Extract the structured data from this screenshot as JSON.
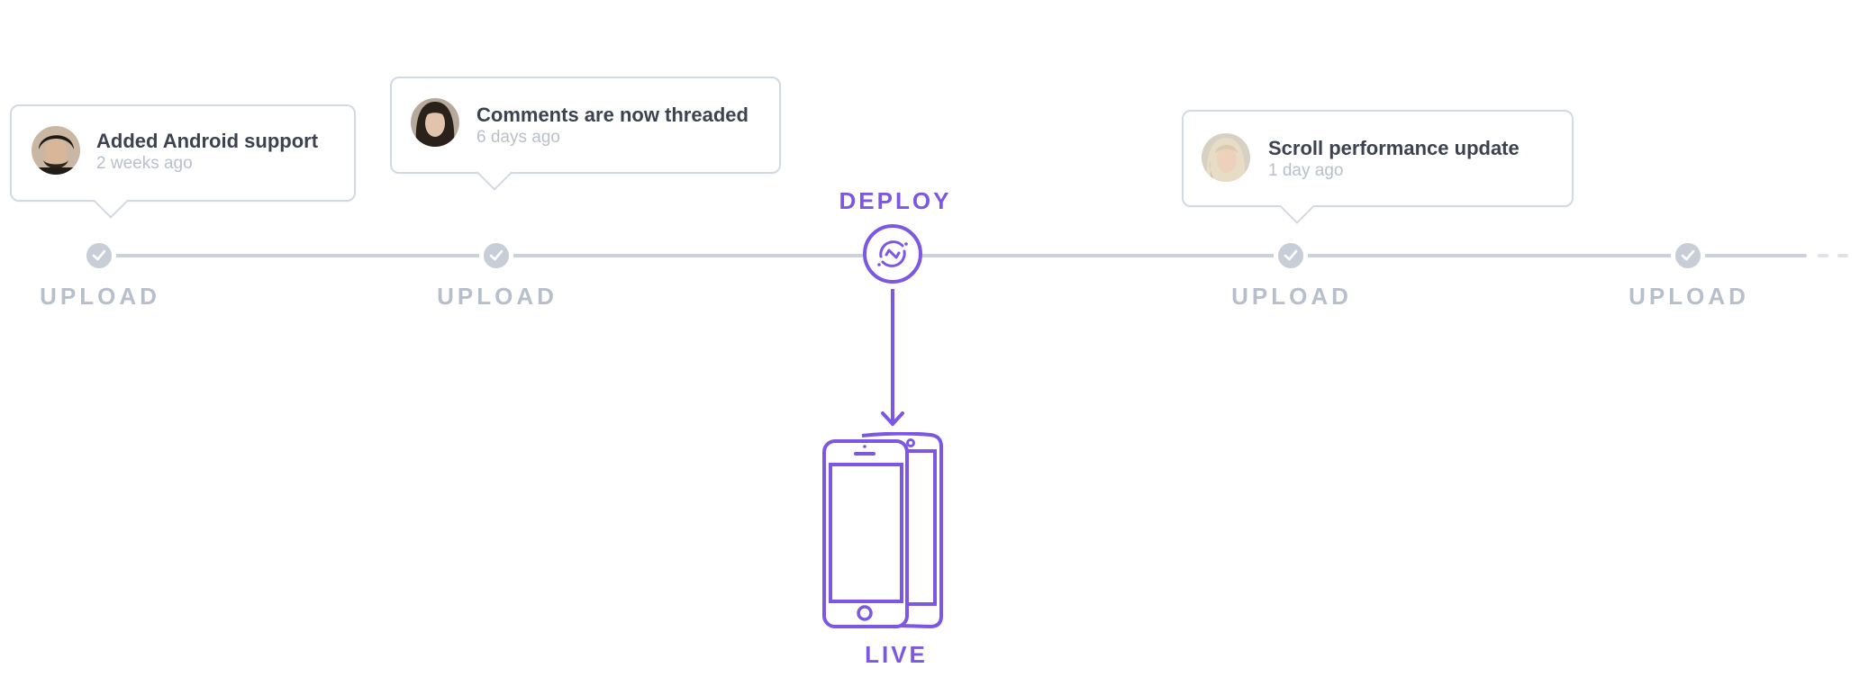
{
  "colors": {
    "accent": "#7b57e4",
    "upload_gray": "#b7bfcc",
    "line": "#ccd2db"
  },
  "stages": [
    {
      "label": "UPLOAD"
    },
    {
      "label": "UPLOAD"
    },
    {
      "label": "DEPLOY"
    },
    {
      "label": "UPLOAD"
    },
    {
      "label": "UPLOAD"
    }
  ],
  "updates": [
    {
      "title": "Added Android support",
      "time": "2 weeks ago",
      "avatar": "man-dark-hair-avatar"
    },
    {
      "title": "Comments are now threaded",
      "time": "6 days ago",
      "avatar": "woman-dark-hair-avatar"
    },
    {
      "title": "Scroll performance update",
      "time": "1 day ago",
      "avatar": "woman-blonde-hair-avatar"
    }
  ],
  "live": {
    "label": "LIVE",
    "icon": "phones-icon"
  },
  "deploy": {
    "icon": "sync-icon"
  }
}
